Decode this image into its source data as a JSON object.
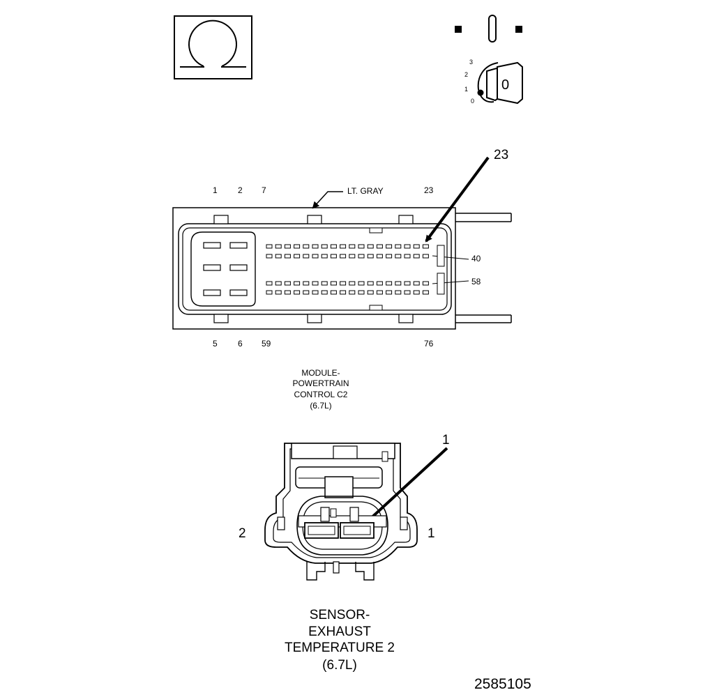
{
  "ohm_symbol": {
    "glyph": "Ω"
  },
  "ignition_key": {
    "positions": [
      "3",
      "2",
      "1",
      "0"
    ],
    "key_label": "0"
  },
  "c2_connector": {
    "callout_pin": "23",
    "color_label": "LT. GRAY",
    "top_pin_labels": [
      "1",
      "2",
      "7",
      "23"
    ],
    "bottom_pin_labels": [
      "5",
      "6",
      "59",
      "76"
    ],
    "side_pin_labels": [
      "40",
      "58"
    ],
    "caption_lines": [
      "MODULE-",
      "POWERTRAIN",
      "CONTROL C2",
      "(6.7L)"
    ]
  },
  "sensor_connector": {
    "callout_pin": "1",
    "left_pin_label": "2",
    "right_pin_label": "1",
    "caption_lines": [
      "SENSOR-",
      "EXHAUST",
      "TEMPERATURE 2",
      "(6.7L)"
    ]
  },
  "figure_number": "2585105"
}
